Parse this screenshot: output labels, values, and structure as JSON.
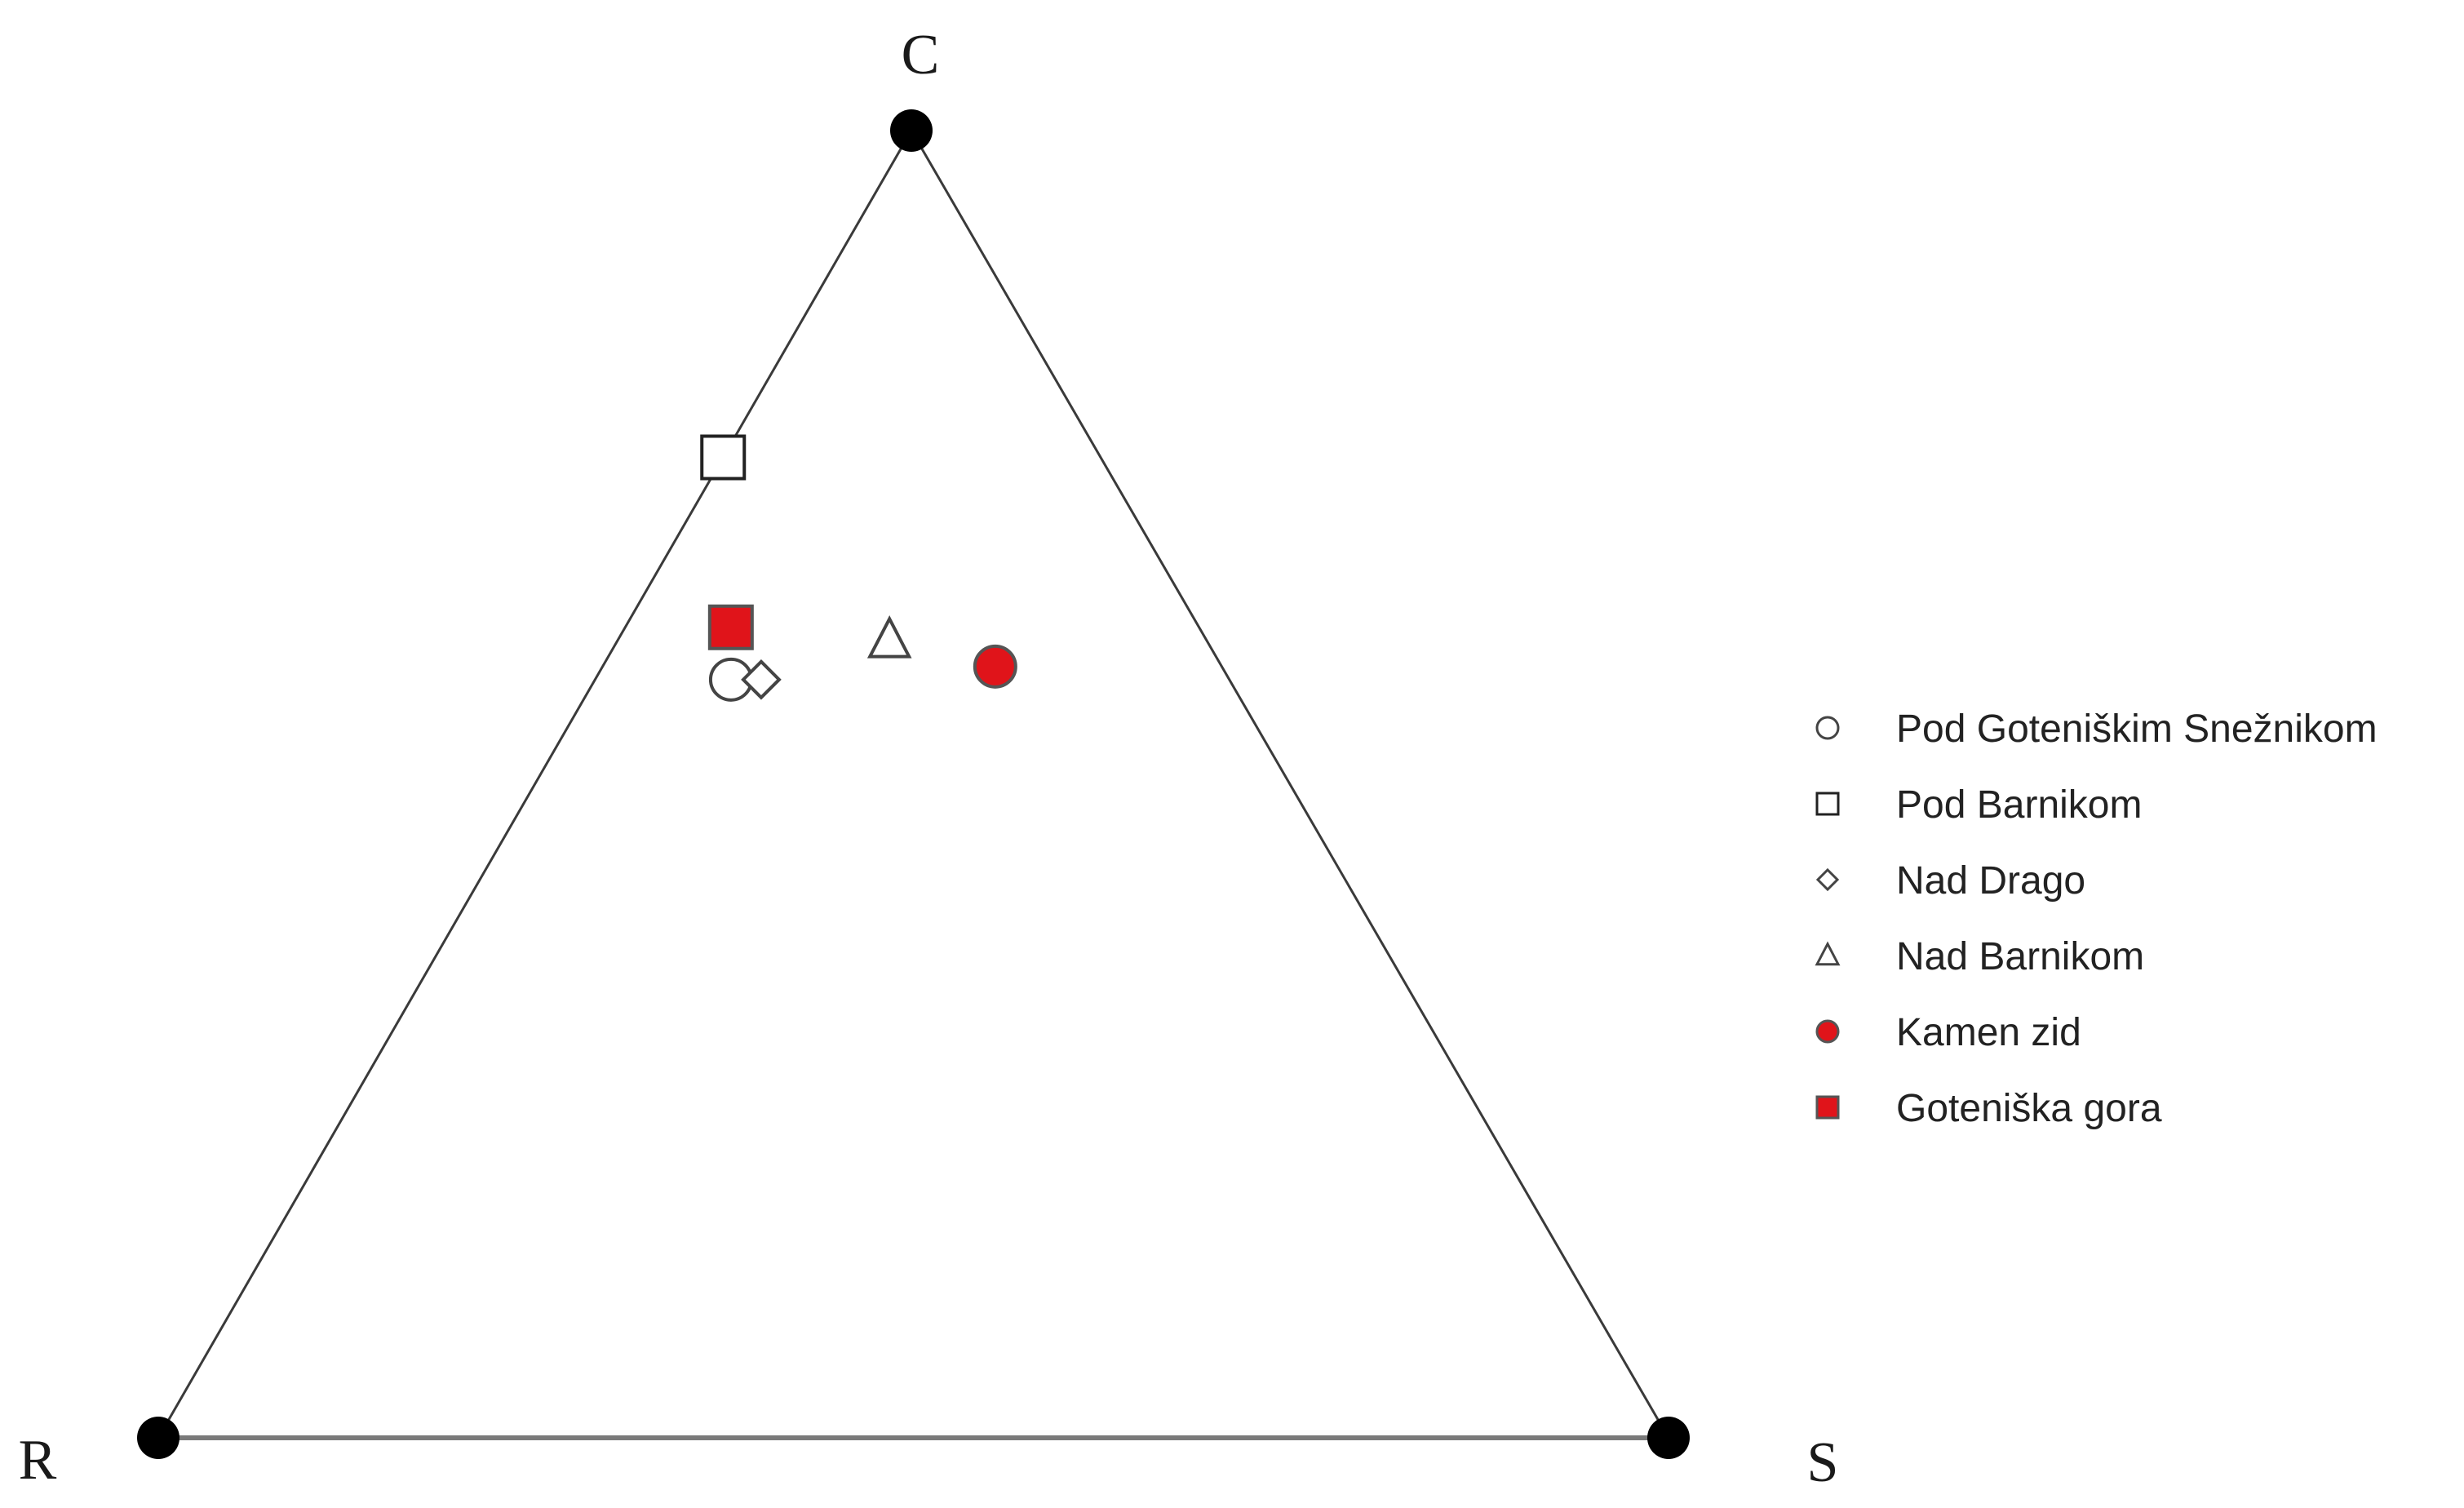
{
  "chart_data": {
    "type": "scatter",
    "subtype": "ternary",
    "title": "",
    "grid": false,
    "legend_position": "right",
    "vertices": {
      "top": "C",
      "left": "R",
      "right": "S"
    },
    "series": [
      {
        "name": "Pod Goteniškim Snežnikom",
        "marker": "circle",
        "fill": "#ffffff",
        "stroke": "#444444",
        "C": 0.58,
        "R": 0.33,
        "S": 0.09
      },
      {
        "name": "Pod Barnikom",
        "marker": "square",
        "fill": "#ffffff",
        "stroke": "#222222",
        "C": 0.75,
        "R": 0.25,
        "S": 0.0
      },
      {
        "name": "Nad Drago",
        "marker": "diamond",
        "fill": "#ffffff",
        "stroke": "#444444",
        "C": 0.58,
        "R": 0.31,
        "S": 0.11
      },
      {
        "name": "Nad Barnikom",
        "marker": "triangle",
        "fill": "#ffffff",
        "stroke": "#444444",
        "C": 0.61,
        "R": 0.21,
        "S": 0.18
      },
      {
        "name": "Kamen zid",
        "marker": "circle",
        "fill": "#e0141a",
        "stroke": "#555555",
        "C": 0.59,
        "R": 0.15,
        "S": 0.26
      },
      {
        "name": "Goteniška gora",
        "marker": "square",
        "fill": "#e0141a",
        "stroke": "#555555",
        "C": 0.62,
        "R": 0.31,
        "S": 0.07
      }
    ]
  }
}
